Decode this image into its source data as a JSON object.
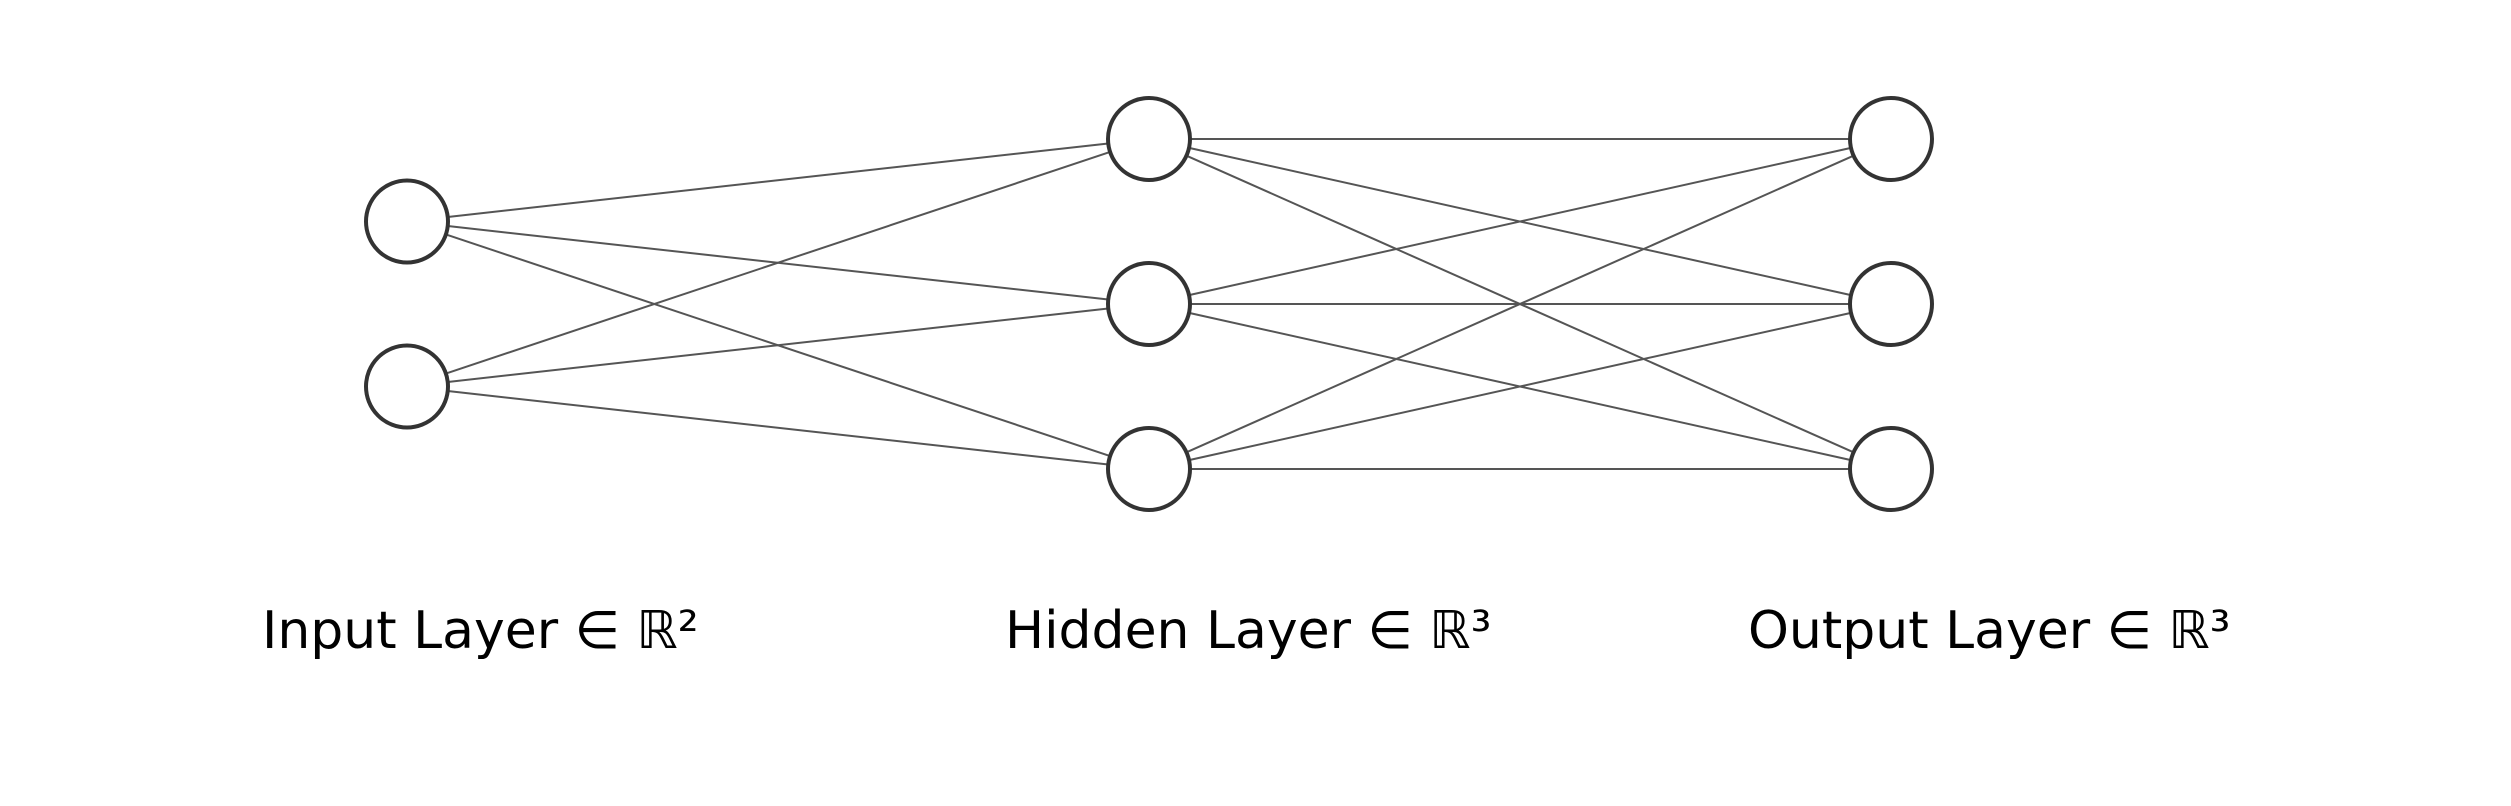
{
  "colors": {
    "node_stroke": "#333333",
    "node_fill": "#ffffff",
    "edge": "#555555",
    "label": "#000000",
    "background": "#ffffff"
  },
  "network": {
    "layers": [
      {
        "id": "input",
        "node_count": 2,
        "label": "Input Layer ∈ ℝ²"
      },
      {
        "id": "hidden",
        "node_count": 3,
        "label": "Hidden Layer ∈ ℝ³"
      },
      {
        "id": "output",
        "node_count": 3,
        "label": "Output Layer ∈ ℝ³"
      }
    ],
    "connectivity": "fully-connected"
  }
}
